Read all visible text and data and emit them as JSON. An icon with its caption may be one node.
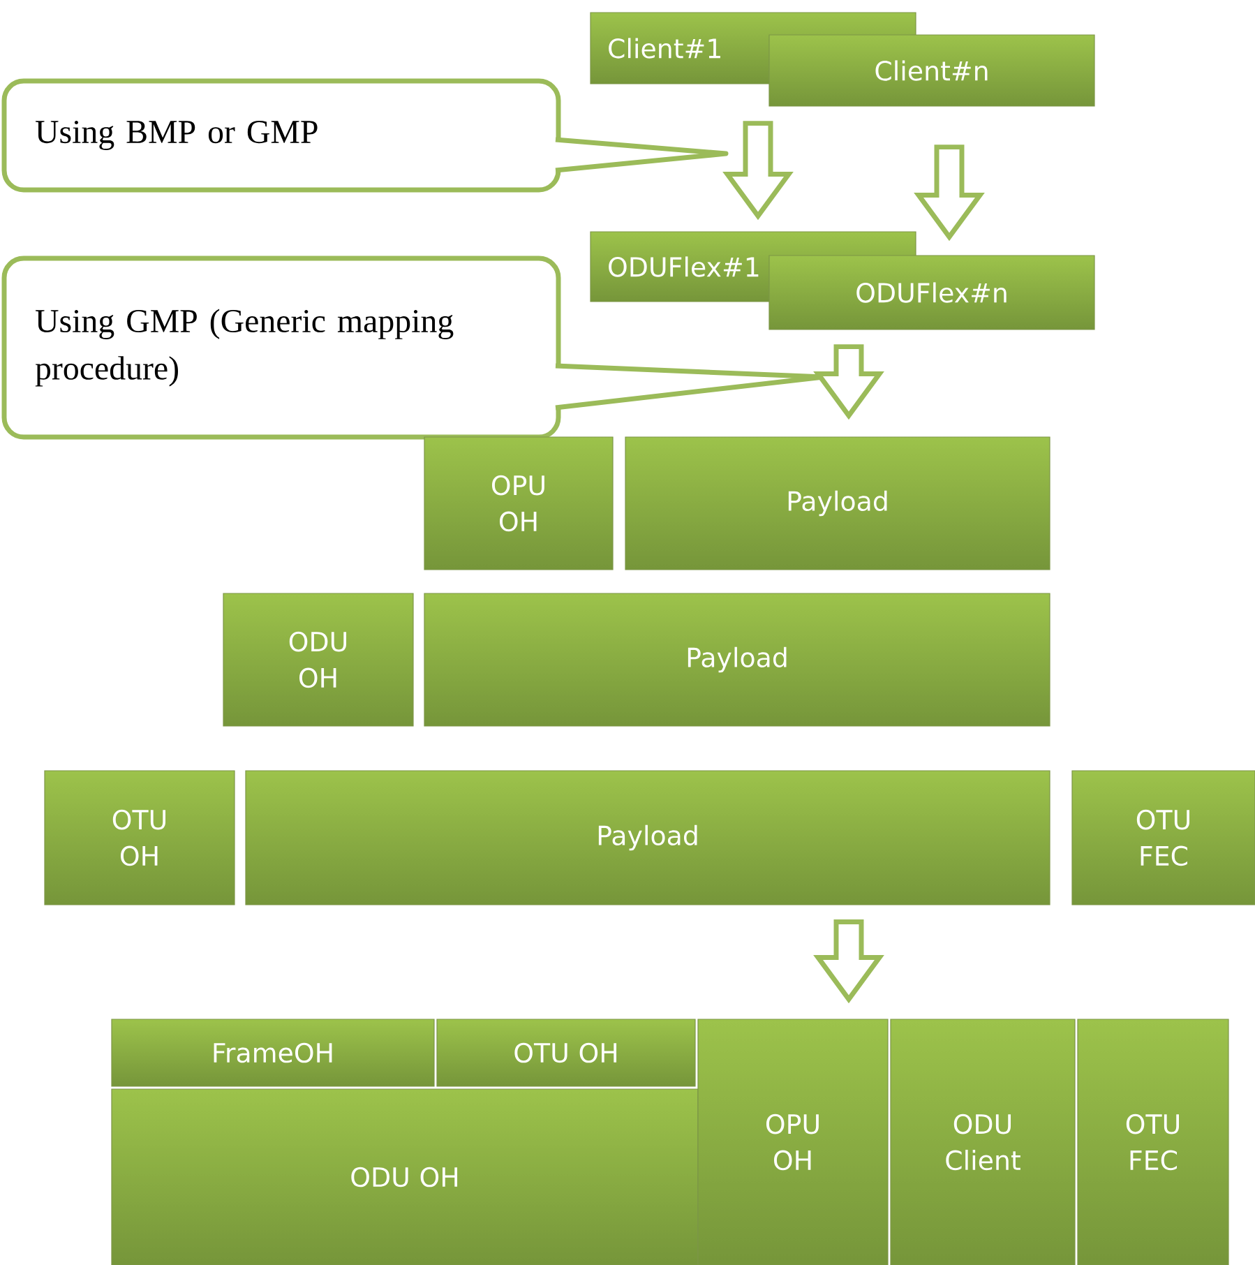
{
  "diagram": {
    "nodes": [
      {
        "text": [
          "Using BMP or GMP"
        ]
      },
      {
        "text": [
          "Client#1"
        ]
      },
      {
        "text": [
          "Client#n"
        ]
      },
      {
        "text": [
          "ODUFlex#1"
        ]
      },
      {
        "text": [
          "ODUFlex#n"
        ]
      },
      {
        "text": [
          "Using GMP (Generic mapping procedure)"
        ]
      },
      {
        "text": [
          "OPU OH"
        ]
      },
      {
        "text": [
          "Payload"
        ]
      },
      {
        "text": [
          "ODU OH"
        ]
      },
      {
        "text": [
          "Payload"
        ]
      },
      {
        "text": [
          "OTU OH"
        ]
      },
      {
        "text": [
          "Payload"
        ]
      },
      {
        "text": [
          "OTU FEC"
        ]
      },
      {
        "text": [
          "FrameOH"
        ]
      },
      {
        "text": [
          "OTU OH"
        ]
      },
      {
        "text": [
          "ODU OH"
        ]
      },
      {
        "text": [
          "OPU OH"
        ]
      },
      {
        "text": [
          "ODU Client"
        ]
      },
      {
        "text": [
          "OTU FEC"
        ]
      }
    ],
    "edges": [
      {
        "from": 1,
        "to": 3,
        "arrow": "to"
      },
      {
        "from": 2,
        "to": 4,
        "arrow": "to"
      },
      {
        "from": 4,
        "to": 7,
        "arrow": "to"
      },
      {
        "from": 11,
        "to": 16,
        "arrow": "to"
      }
    ]
  }
}
